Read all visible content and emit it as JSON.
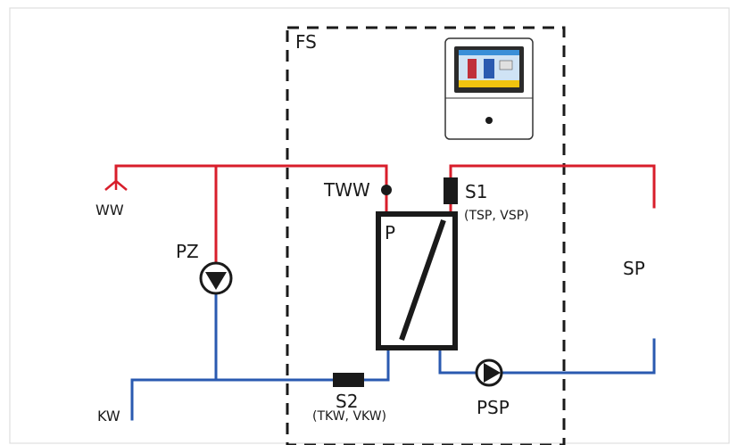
{
  "labels": {
    "fs": "FS",
    "ww": "WW",
    "kw": "KW",
    "pz": "PZ",
    "tww": "TWW",
    "p": "P",
    "s1": "S1",
    "s1_sub": "(TSP, VSP)",
    "s2": "S2",
    "s2_sub": "(TKW, VKW)",
    "sp": "SP",
    "psp": "PSP"
  },
  "colors": {
    "hot_pipe": "#d81e2b",
    "cold_pipe": "#2a5ab0",
    "outline": "#1a1a1a",
    "border": "#dedede",
    "controller_screen": "#3a8fd8"
  }
}
